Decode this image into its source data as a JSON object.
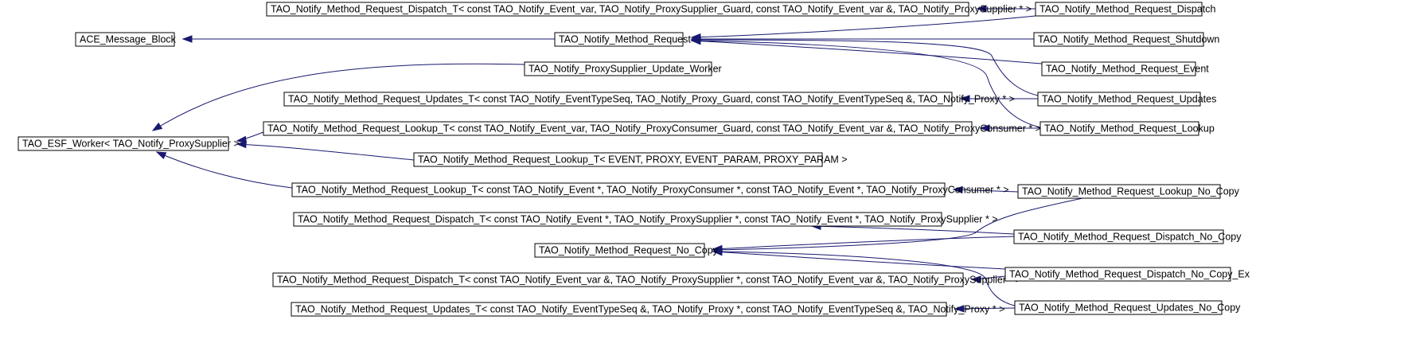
{
  "diagram_type": "class inheritance graph",
  "colors": {
    "edge": "#191970",
    "node_border": "#000000",
    "node_fill": "#ffffff"
  },
  "nodes": {
    "ace_message_block": "ACE_Message_Block",
    "method_request": "TAO_Notify_Method_Request",
    "dispatch_t_var": "TAO_Notify_Method_Request_Dispatch_T< const TAO_Notify_Event_var, TAO_Notify_ProxySupplier_Guard, const TAO_Notify_Event_var &, TAO_Notify_ProxySupplier * >",
    "method_request_dispatch": "TAO_Notify_Method_Request_Dispatch",
    "method_request_shutdown": "TAO_Notify_Method_Request_Shutdown",
    "method_request_event": "TAO_Notify_Method_Request_Event",
    "proxysupplier_update_worker": "TAO_Notify_ProxySupplier_Update_Worker",
    "updates_t_seq": "TAO_Notify_Method_Request_Updates_T< const TAO_Notify_EventTypeSeq, TAO_Notify_Proxy_Guard, const TAO_Notify_EventTypeSeq &, TAO_Notify_Proxy * >",
    "method_request_updates": "TAO_Notify_Method_Request_Updates",
    "esf_worker": "TAO_ESF_Worker< TAO_Notify_ProxySupplier >",
    "lookup_t_var": "TAO_Notify_Method_Request_Lookup_T< const TAO_Notify_Event_var, TAO_Notify_ProxyConsumer_Guard, const TAO_Notify_Event_var &, TAO_Notify_ProxyConsumer * >",
    "method_request_lookup": "TAO_Notify_Method_Request_Lookup",
    "lookup_t_generic": "TAO_Notify_Method_Request_Lookup_T< EVENT, PROXY, EVENT_PARAM, PROXY_PARAM >",
    "lookup_t_ptr": "TAO_Notify_Method_Request_Lookup_T< const TAO_Notify_Event *, TAO_Notify_ProxyConsumer *, const TAO_Notify_Event *, TAO_Notify_ProxyConsumer * >",
    "lookup_no_copy": "TAO_Notify_Method_Request_Lookup_No_Copy",
    "dispatch_t_ptr": "TAO_Notify_Method_Request_Dispatch_T< const TAO_Notify_Event *, TAO_Notify_ProxySupplier *, const TAO_Notify_Event *, TAO_Notify_ProxySupplier * >",
    "dispatch_no_copy": "TAO_Notify_Method_Request_Dispatch_No_Copy",
    "method_request_no_copy": "TAO_Notify_Method_Request_No_Copy",
    "dispatch_t_ref": "TAO_Notify_Method_Request_Dispatch_T< const TAO_Notify_Event_var &, TAO_Notify_ProxySupplier *, const TAO_Notify_Event_var &, TAO_Notify_ProxySupplier * >",
    "dispatch_no_copy_ex": "TAO_Notify_Method_Request_Dispatch_No_Copy_Ex",
    "updates_t_ref": "TAO_Notify_Method_Request_Updates_T< const TAO_Notify_EventTypeSeq &, TAO_Notify_Proxy *, const TAO_Notify_EventTypeSeq &, TAO_Notify_Proxy * >",
    "updates_no_copy": "TAO_Notify_Method_Request_Updates_No_Copy"
  },
  "edges": [
    {
      "from": "method_request",
      "to": "ace_message_block"
    },
    {
      "from": "method_request_dispatch",
      "to": "dispatch_t_var"
    },
    {
      "from": "method_request_dispatch",
      "to": "method_request"
    },
    {
      "from": "method_request_shutdown",
      "to": "method_request"
    },
    {
      "from": "method_request_event",
      "to": "method_request"
    },
    {
      "from": "method_request_updates",
      "to": "method_request"
    },
    {
      "from": "method_request_updates",
      "to": "updates_t_seq"
    },
    {
      "from": "method_request_lookup",
      "to": "method_request"
    },
    {
      "from": "method_request_lookup",
      "to": "lookup_t_var"
    },
    {
      "from": "proxysupplier_update_worker",
      "to": "esf_worker"
    },
    {
      "from": "lookup_t_var",
      "to": "esf_worker"
    },
    {
      "from": "lookup_t_generic",
      "to": "esf_worker"
    },
    {
      "from": "lookup_t_ptr",
      "to": "esf_worker"
    },
    {
      "from": "lookup_no_copy",
      "to": "lookup_t_ptr"
    },
    {
      "from": "lookup_no_copy",
      "to": "method_request_no_copy"
    },
    {
      "from": "dispatch_no_copy",
      "to": "dispatch_t_ptr"
    },
    {
      "from": "dispatch_no_copy",
      "to": "method_request_no_copy"
    },
    {
      "from": "dispatch_no_copy_ex",
      "to": "method_request_no_copy"
    },
    {
      "from": "dispatch_no_copy_ex",
      "to": "dispatch_t_ref"
    },
    {
      "from": "updates_no_copy",
      "to": "method_request_no_copy"
    },
    {
      "from": "updates_no_copy",
      "to": "updates_t_ref"
    }
  ]
}
